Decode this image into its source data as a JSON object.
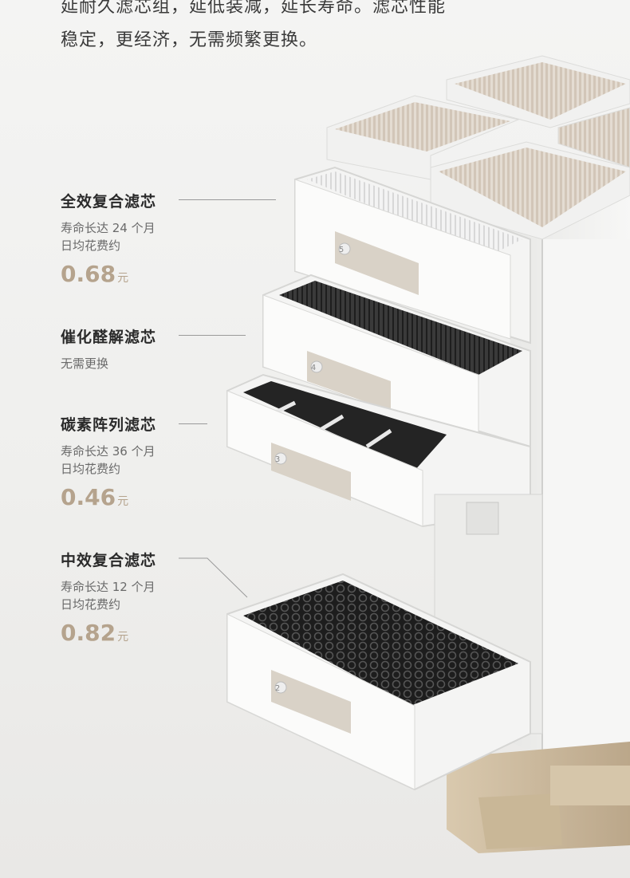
{
  "intro": {
    "line1": "延耐久滤芯组，延低装减，延长寿命。滤芯性能",
    "line2": "稳定，更经济，无需频繁更换。"
  },
  "specs": [
    {
      "title": "全效复合滤芯",
      "lines": [
        "寿命长达 24 个月",
        "日均花费约"
      ],
      "price": "0.68",
      "unit": "元"
    },
    {
      "title": "催化醛解滤芯",
      "lines": [
        "无需更换"
      ],
      "price": "",
      "unit": ""
    },
    {
      "title": "碳素阵列滤芯",
      "lines": [
        "寿命长达 36 个月",
        "日均花费约"
      ],
      "price": "0.46",
      "unit": "元"
    },
    {
      "title": "中效复合滤芯",
      "lines": [
        "寿命长达 12 个月",
        "日均花费约"
      ],
      "price": "0.82",
      "unit": "元"
    }
  ],
  "drawer_numbers": [
    "5",
    "4",
    "3",
    "2"
  ],
  "colors": {
    "price": "#b5a38d",
    "body": "#f2f2f0",
    "base": "#cbb89c",
    "filter_dark": "#2b2b2b"
  }
}
